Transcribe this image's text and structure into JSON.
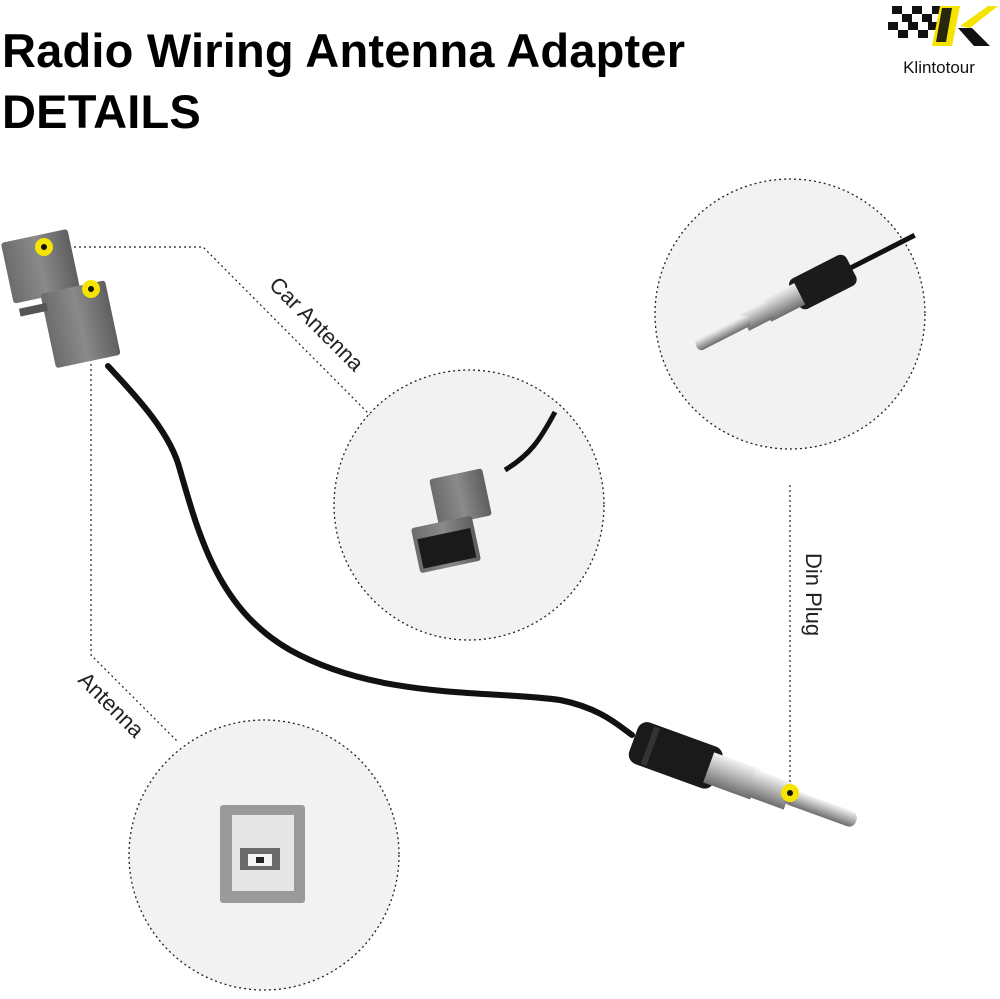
{
  "header": {
    "title_line1": "Radio Wiring Antenna Adapter",
    "title_line2": "DETAILS"
  },
  "brand": {
    "name": "Klintotour",
    "logo_icon": "checkered-flag-k-logo",
    "accent_color": "#f5e400"
  },
  "callouts": {
    "car_antenna": "Car Antenna",
    "din_plug": "Din Plug",
    "antenna": "Antenna"
  },
  "colors": {
    "marker": "#f5e400",
    "cable": "#111111",
    "connector_gray": "#7a7a7a",
    "detail_bg": "#f1f1f1"
  }
}
